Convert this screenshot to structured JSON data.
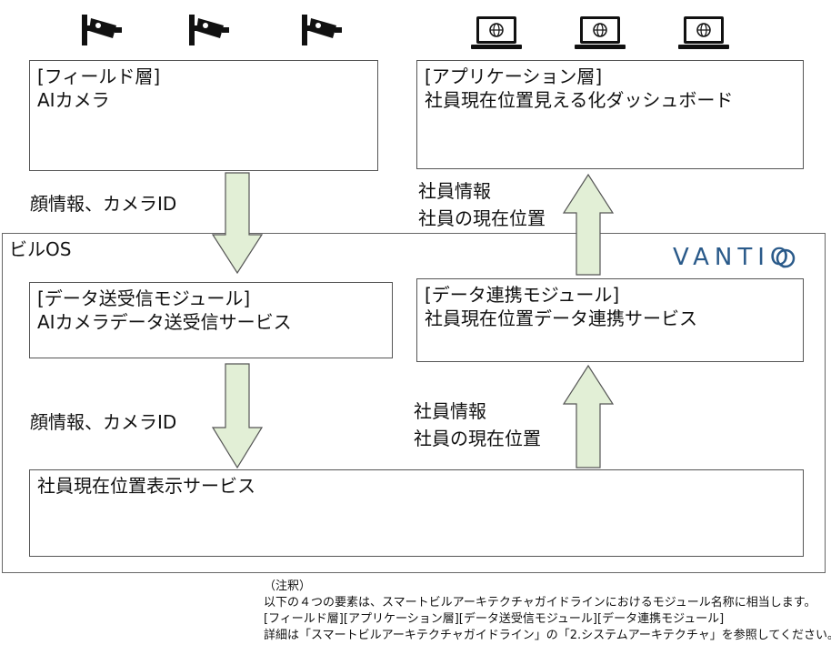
{
  "icons": {
    "cameras": [
      "camera-icon",
      "camera-icon",
      "camera-icon"
    ],
    "laptops": [
      "laptop-globe-icon",
      "laptop-globe-icon",
      "laptop-globe-icon"
    ]
  },
  "colors": {
    "arrow_fill": "#e2efd6",
    "arrow_stroke": "#555555",
    "vantiq_blue": "#2a5a8a",
    "border": "#555555"
  },
  "field_layer": {
    "title": "[フィールド層]",
    "subtitle": "AIカメラ"
  },
  "app_layer": {
    "title": "[アプリケーション層]",
    "subtitle": "社員現在位置見える化ダッシュボード"
  },
  "flow_labels": {
    "down_top": "顔情報、カメラID",
    "up_top_line1": "社員情報",
    "up_top_line2": "社員の現在位置",
    "down_bottom": "顔情報、カメラID",
    "up_bottom_line1": "社員情報",
    "up_bottom_line2": "社員の現在位置"
  },
  "building_os": {
    "label": "ビルOS",
    "logo_text": "VANTIQ"
  },
  "data_tx_module": {
    "title": "[データ送受信モジュール]",
    "subtitle": "AIカメラデータ送受信サービス"
  },
  "data_link_module": {
    "title": "[データ連携モジュール]",
    "subtitle": "社員現在位置データ連携サービス"
  },
  "display_service": {
    "title": "社員現在位置表示サービス"
  },
  "note": {
    "heading": "（注釈）",
    "line1": "以下の４つの要素は、スマートビルアーキテクチャガイドラインにおけるモジュール名称に相当します。",
    "line2": "[フィールド層][アプリケーション層][データ送受信モジュール][データ連携モジュール]",
    "line3": "詳細は「スマートビルアーキテクチャガイドライン」の「2.システムアーキテクチャ」を参照してください。"
  }
}
